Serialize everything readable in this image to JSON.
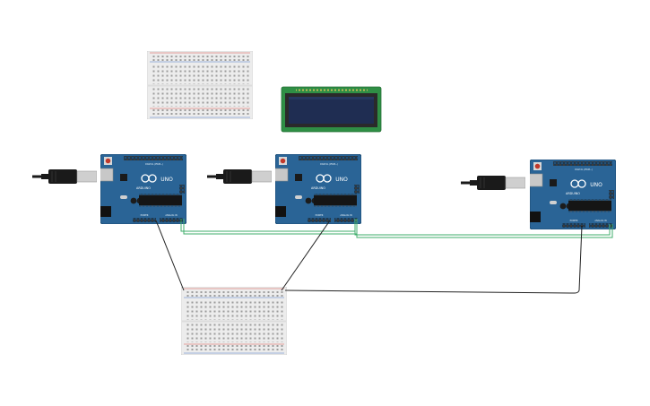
{
  "canvas": {
    "background": "#ffffff"
  },
  "components": {
    "breadcrumb_board_count": 2,
    "arduino": {
      "brand_label": "ARDUINO",
      "model_label": "UNO",
      "power_label": "POWER",
      "analog_label": "ANALOG IN",
      "digital_label": "DIGITAL (PWM~)"
    },
    "lcd": {
      "type": "16x2",
      "screen_color": "#1f2d52",
      "pcb_color": "#2f8f45"
    }
  },
  "colors": {
    "arduino_board": "#2a6496",
    "arduino_edge": "#1d4d75",
    "breadboard": "#eeeeee",
    "rail_red": "#d9534f",
    "rail_blue": "#4a79c8",
    "wire_black": "#222222",
    "wire_green": "#3fae6b",
    "usb_cable": "#1a1a1a"
  }
}
